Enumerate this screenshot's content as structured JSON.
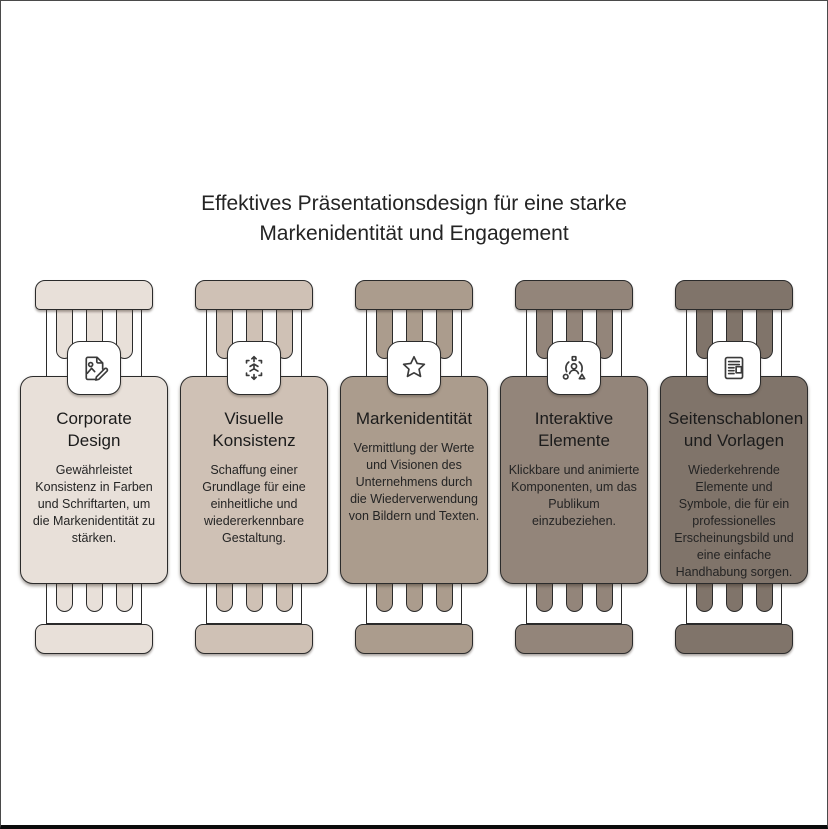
{
  "page": {
    "title": "Effektives Präsentationsdesign für eine starke Markenidentität und Engagement"
  },
  "colors": {
    "background": "#ffffff",
    "outline": "#2b2b2b",
    "text": "#242424"
  },
  "pillars": [
    {
      "title": "Corporate Design",
      "description": "Gewährleistet Konsistenz in Farben und Schriftarten, um die Markenidentität zu stärken.",
      "color": "#e8e0d9",
      "icon": "image-edit-icon"
    },
    {
      "title": "Visuelle Konsistenz",
      "description": "Schaffung einer Grundlage für eine einheitliche und wiedererkennbare Gestaltung.",
      "color": "#cfc1b5",
      "icon": "cube-expand-icon"
    },
    {
      "title": "Markenidentität",
      "description": "Vermittlung der Werte und Visionen des Unternehmens durch die Wiederverwendung von Bildern und Texten.",
      "color": "#ab9c8d",
      "icon": "star-icon"
    },
    {
      "title": "Interaktive Elemente",
      "description": "Klickbare und animierte Komponenten, um das Publikum einzubeziehen.",
      "color": "#93857a",
      "icon": "user-shapes-icon"
    },
    {
      "title": "Seitenschablonen und Vorlagen",
      "description": "Wiederkehrende Elemente und Symbole, die für ein professionelles Erscheinungsbild und eine einfache Handhabung sorgen.",
      "color": "#80746a",
      "icon": "page-template-icon"
    }
  ]
}
